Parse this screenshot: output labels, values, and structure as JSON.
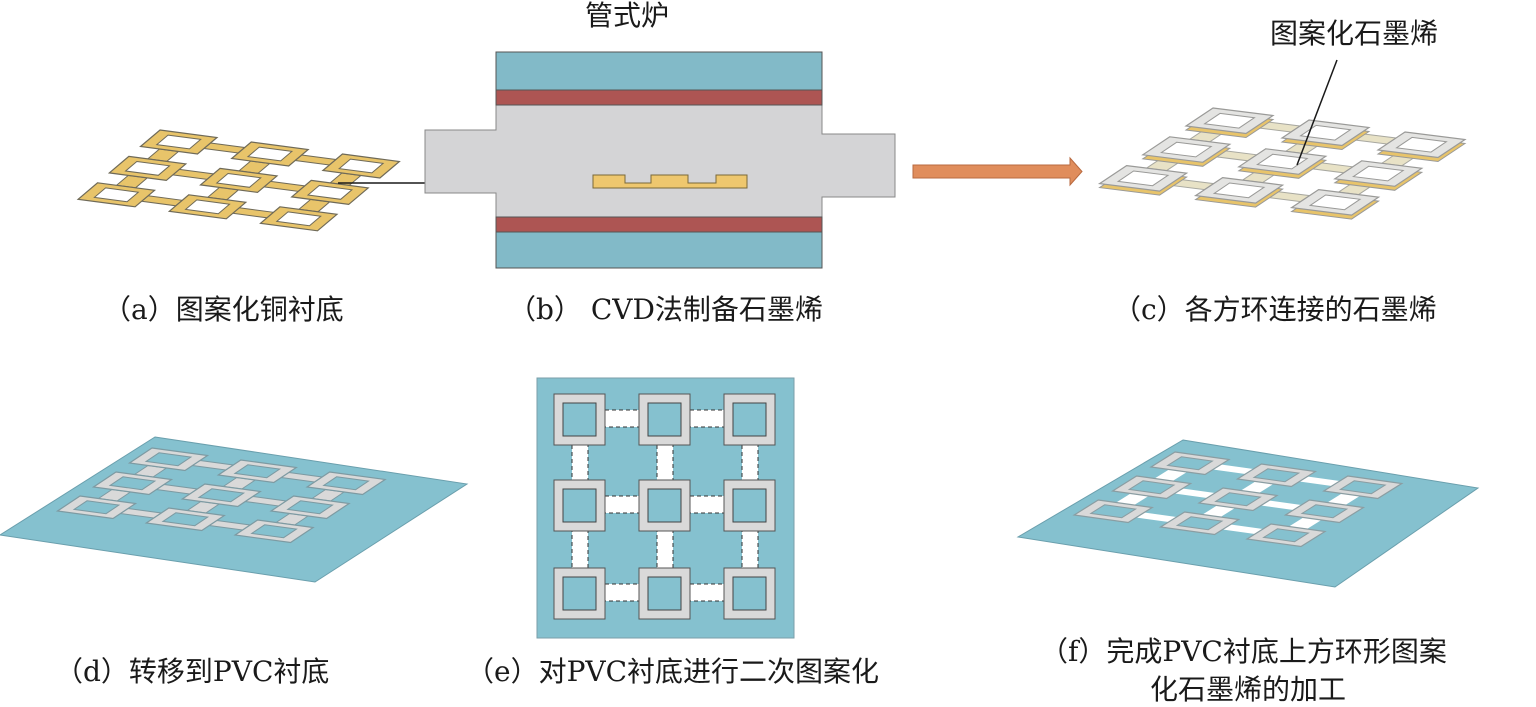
{
  "title": "Fabrication process of square-ring patterned graphene on PVC substrate",
  "colors": {
    "copper": "#e8c46a",
    "copper_edge": "#8a7440",
    "graphene": "#d9d9d9",
    "pvc": "#85c1cf",
    "furnace_teal": "#82bac8",
    "heater_red": "#ad5553",
    "tube_gray": "#d4d4d6",
    "arrow": "#e08d5c",
    "line": "#1a1a1a"
  },
  "panels": {
    "a": {
      "caption": "（a）图案化铜衬底"
    },
    "b": {
      "title": "管式炉",
      "caption": "（b） CVD法制备石墨烯"
    },
    "c": {
      "label": "图案化石墨烯",
      "caption": "（c）各方环连接的石墨烯"
    },
    "d": {
      "caption": "（d）转移到PVC衬底"
    },
    "e": {
      "caption": "（e）对PVC衬底进行二次图案化"
    },
    "f": {
      "caption_line1": "（f）完成PVC衬底上方环形图案",
      "caption_line2": "化石墨烯的加工"
    }
  },
  "arrow": {
    "direction": "right",
    "meaning": "process-flow"
  }
}
